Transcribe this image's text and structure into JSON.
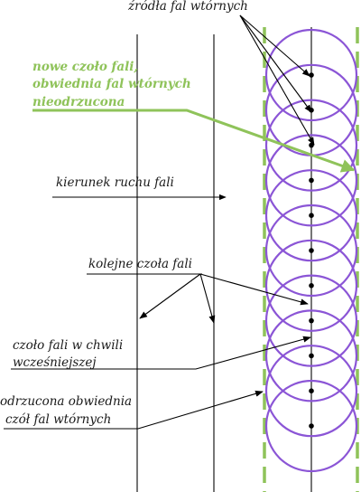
{
  "labels": {
    "secondary_sources": "źródła fal wtórnych",
    "new_front_line1": "nowe czoło fali,",
    "new_front_line2": "obwiednia fal wtórnych",
    "new_front_line3": "nieodrzucona",
    "propagation_direction": "kierunek ruchu fali",
    "successive_fronts": "kolejne czoła fali",
    "earlier_front_line1": "czoło fali w chwili",
    "earlier_front_line2": "wcześniejszej",
    "rejected_envelope_line1": "odrzucona obwiednia",
    "rejected_envelope_line2": "czół fal wtórnych"
  },
  "colors": {
    "circle": "#8b55d6",
    "envelope": "#8fc35a",
    "text": "#1a1a1a",
    "green_text": "#8fc35a"
  }
}
